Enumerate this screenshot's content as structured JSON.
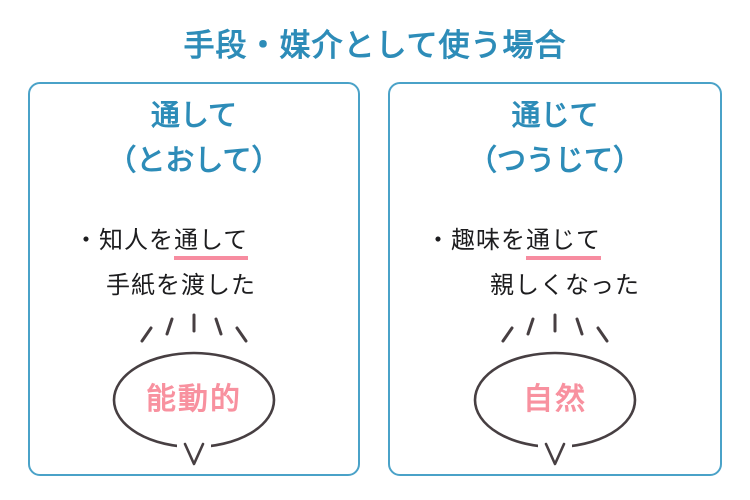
{
  "title": "手段・媒介として使う場合",
  "colors": {
    "teal_text": "#2d8cb8",
    "card_border": "#4aa2c8",
    "underline_pink": "#f78ca0",
    "bubble_label_pink": "#f8919f",
    "bubble_outline": "#473f42",
    "body_text": "#1d1d1f",
    "background": "#ffffff"
  },
  "cards": [
    {
      "heading_word": "通して",
      "heading_reading": "（とおして）",
      "example_pre": "・知人を",
      "example_underlined": "通して",
      "example_line2": "手紙を渡した",
      "bubble_label": "能動的"
    },
    {
      "heading_word": "通じて",
      "heading_reading": "（つうじて）",
      "example_pre": "・趣味を",
      "example_underlined": "通じて",
      "example_line2": "親しくなった",
      "bubble_label": "自然"
    }
  ]
}
